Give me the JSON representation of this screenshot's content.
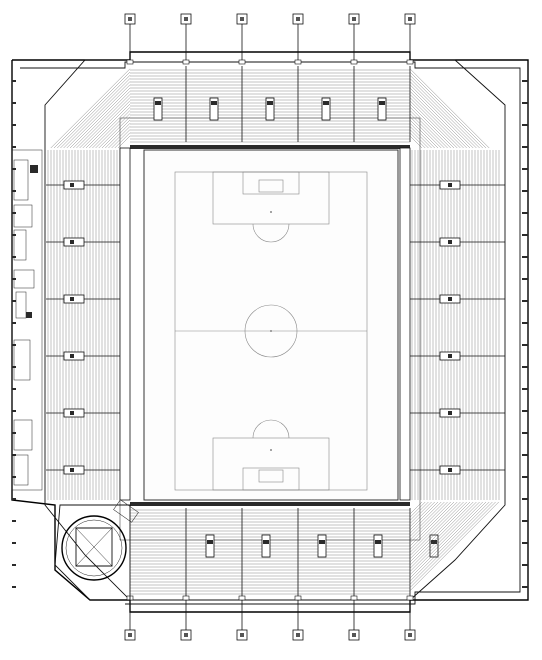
{
  "drawing": {
    "subject": "stadium-plan",
    "colors": {
      "ink": "#111111",
      "light_ink": "#555555",
      "pitch_lines": "#888888",
      "paper": "#ffffff"
    },
    "mast_count_top": 6,
    "mast_count_bottom": 6,
    "stand_aisles_long": 6,
    "stand_aisles_short": 5
  }
}
